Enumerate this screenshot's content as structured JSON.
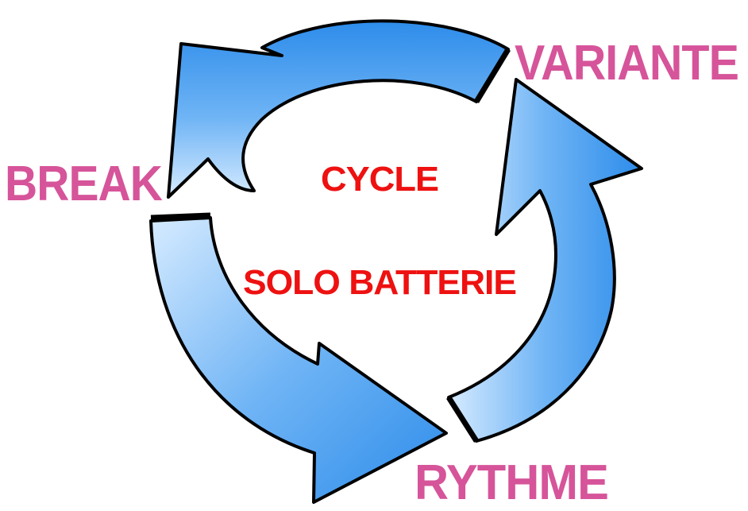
{
  "diagram": {
    "title": "CYCLE",
    "subtitle": "SOLO BATTERIE",
    "stages": [
      {
        "label": "VARIANTE"
      },
      {
        "label": "BREAK"
      },
      {
        "label": "RYTHME"
      }
    ]
  },
  "colors": {
    "arrow_light": "#d6ebff",
    "arrow_mid": "#6fb4f5",
    "arrow_dark": "#2d8cea",
    "outline": "#000000",
    "stage_label": "#d6549a",
    "center_label": "#ee1111",
    "background": "#ffffff"
  }
}
